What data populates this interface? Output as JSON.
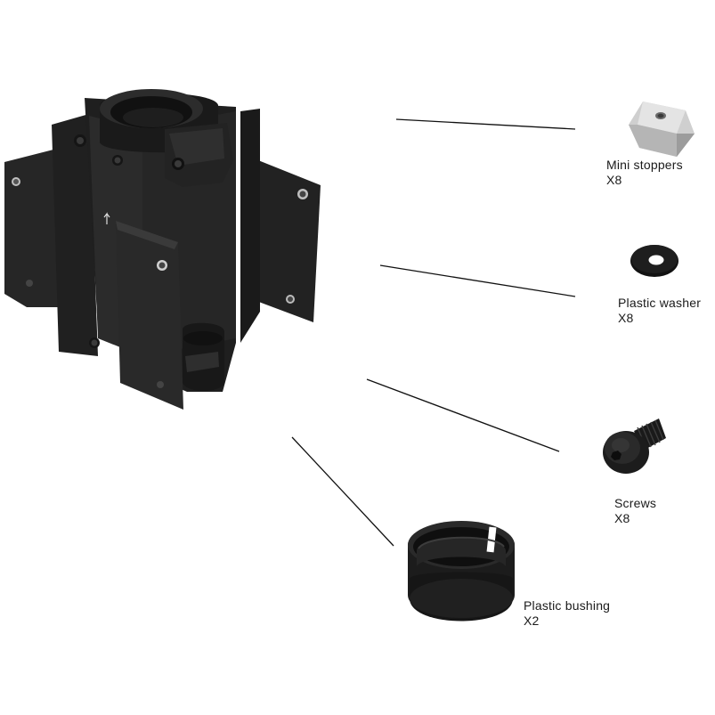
{
  "colors": {
    "background": "#ffffff",
    "part_dark": "#1b1b1b",
    "part_mid": "#2c2c2c",
    "part_light": "#3c3c3c",
    "stopper_metal": "#d2d2d2",
    "leader_line": "#111111",
    "text": "#1a1a1a"
  },
  "parts": [
    {
      "key": "mini_stoppers",
      "name": "Mini stoppers",
      "quantity": "X8",
      "icon": "mini-stopper-icon"
    },
    {
      "key": "plastic_washer",
      "name": "Plastic washer",
      "quantity": "X8",
      "icon": "washer-icon"
    },
    {
      "key": "screws",
      "name": "Screws",
      "quantity": "X8",
      "icon": "screw-icon"
    },
    {
      "key": "plastic_bushing",
      "name": "Plastic bushing",
      "quantity": "X2",
      "icon": "bushing-icon"
    }
  ],
  "main_product_icon": "pole-mount-bracket-icon"
}
